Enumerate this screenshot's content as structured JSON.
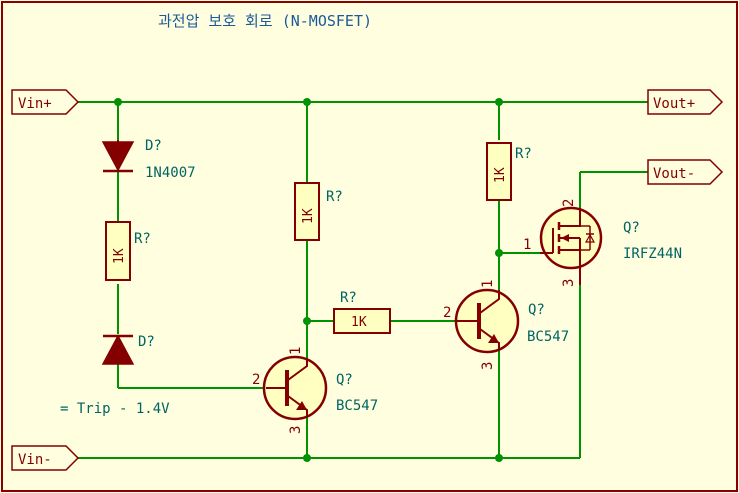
{
  "title": "과전압 보호 회로 (N-MOSFET)",
  "colors": {
    "background": "#ffffe0",
    "border": "#8a0000",
    "wire": "#009200",
    "junction": "#009200",
    "component_outline": "#840000",
    "component_fill": "#ffffc2",
    "pin": "#840000",
    "reference_text": "#006464",
    "port_text": "#840000",
    "label_text": "#006464",
    "title_text": "#1a5a9a"
  },
  "ports": {
    "vin_plus": "Vin+",
    "vin_minus": "Vin-",
    "vout_plus": "Vout+",
    "vout_minus": "Vout-"
  },
  "components": {
    "d1": {
      "ref": "D?",
      "value": "1N4007"
    },
    "r1": {
      "ref": "R?",
      "value": "1K"
    },
    "d2": {
      "ref": "D?"
    },
    "r2": {
      "ref": "R?",
      "value": "1K"
    },
    "r3": {
      "ref": "R?",
      "value": "1K"
    },
    "r4": {
      "ref": "R?",
      "value": "1K"
    },
    "q1": {
      "ref": "Q?",
      "value": "BC547",
      "pins": [
        "1",
        "2",
        "3"
      ]
    },
    "q2": {
      "ref": "Q?",
      "value": "BC547",
      "pins": [
        "1",
        "2",
        "3"
      ]
    },
    "q3": {
      "ref": "Q?",
      "value": "IRFZ44N",
      "pins": [
        "1",
        "2",
        "3"
      ]
    }
  },
  "annotations": {
    "trip": "= Trip - 1.4V"
  }
}
